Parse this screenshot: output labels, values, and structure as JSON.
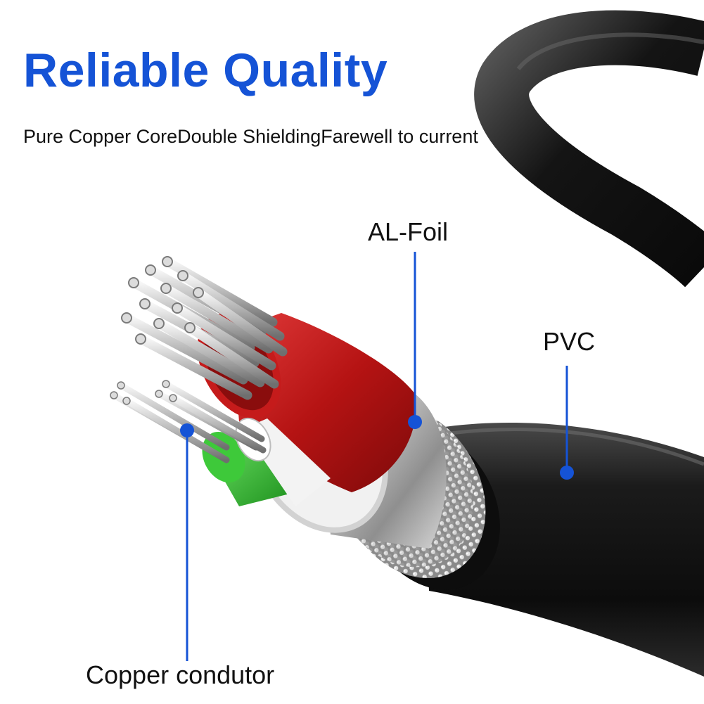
{
  "headline": "Reliable Quality",
  "subtitle": "Pure Copper CoreDouble ShieldingFarewell to current",
  "callouts": {
    "foil": "AL-Foil",
    "pvc": "PVC",
    "copper": "Copper condutor"
  },
  "colors": {
    "accent_blue": "#1553d6",
    "pvc_black": "#141414",
    "foil_red": "#c01818",
    "inner_green": "#2fb82b",
    "silver": "#b9b9b9"
  }
}
